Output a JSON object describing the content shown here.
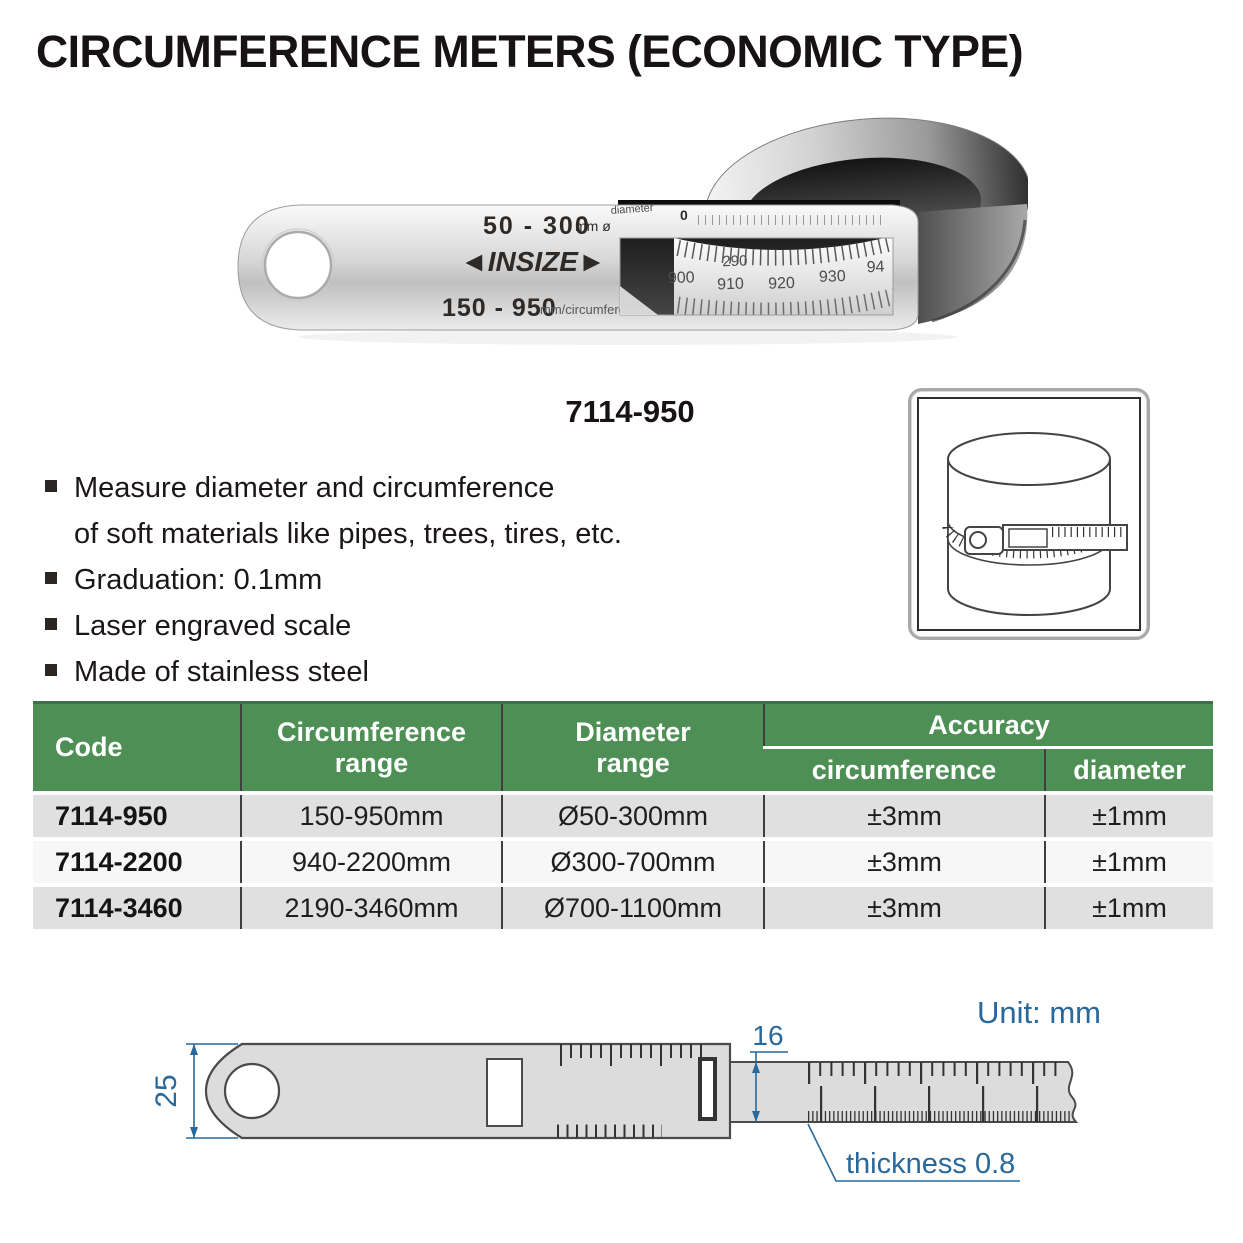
{
  "title": "CIRCUMFERENCE METERS (ECONOMIC TYPE)",
  "product": {
    "model": "7114-950",
    "photo_markings": {
      "diameter_range": "50 - 300",
      "diameter_unit": "mm ø",
      "diameter_label": "diameter",
      "zero_mark": "0",
      "brand_logo": "◄INSIZE►",
      "circumference_range": "150 - 950",
      "circumference_label": "mm/circumference",
      "dial_diameter_value": "290",
      "dial_values": [
        "900",
        "910",
        "920",
        "930",
        "94"
      ]
    }
  },
  "features": [
    "Measure diameter and circumference",
    "of soft materials like pipes, trees, tires, etc.",
    "Graduation: 0.1mm",
    "Laser engraved scale",
    "Made of stainless steel"
  ],
  "spec_table": {
    "headers": {
      "code": "Code",
      "circumference_range": "Circumference range",
      "diameter_range": "Diameter range",
      "accuracy": "Accuracy",
      "accuracy_circumference": "circumference",
      "accuracy_diameter": "diameter"
    },
    "rows": [
      {
        "code": "7114-950",
        "circumference_range": "150-950mm",
        "diameter_range": "Ø50-300mm",
        "accuracy_circumference": "±3mm",
        "accuracy_diameter": "±1mm"
      },
      {
        "code": "7114-2200",
        "circumference_range": "940-2200mm",
        "diameter_range": "Ø300-700mm",
        "accuracy_circumference": "±3mm",
        "accuracy_diameter": "±1mm"
      },
      {
        "code": "7114-3460",
        "circumference_range": "2190-3460mm",
        "diameter_range": "Ø700-1100mm",
        "accuracy_circumference": "±3mm",
        "accuracy_diameter": "±1mm"
      }
    ]
  },
  "dimension_drawing": {
    "unit_label": "Unit: mm",
    "height_dim": "25",
    "band_height_dim": "16",
    "thickness_label": "thickness 0.8"
  },
  "colors": {
    "table_header_green": "#4e8f55",
    "dimension_blue": "#28689b"
  }
}
